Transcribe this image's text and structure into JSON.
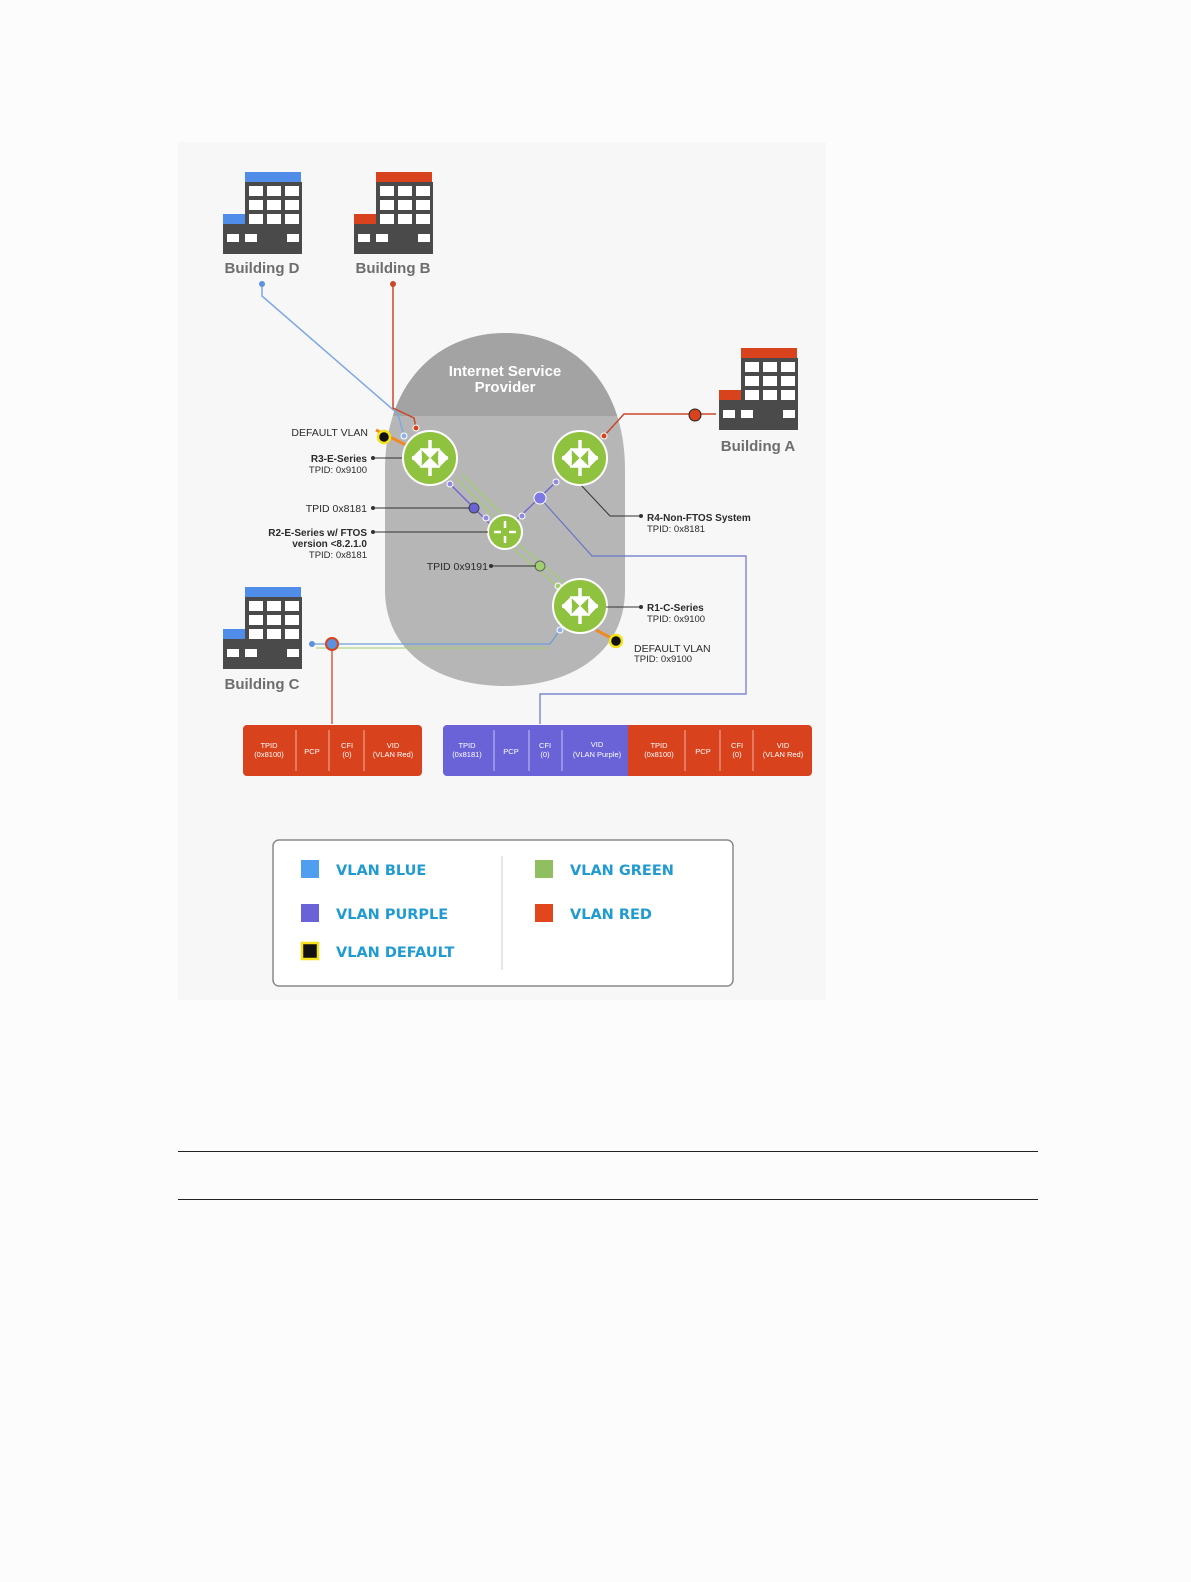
{
  "buildings": {
    "d": {
      "label": "Building D",
      "color": "#4f8de8"
    },
    "b": {
      "label": "Building B",
      "color": "#d8421c"
    },
    "a": {
      "label": "Building A",
      "color": "#d8421c"
    },
    "c": {
      "label": "Building C",
      "color": "#4f8de8"
    }
  },
  "isp": {
    "line1": "Internet Service",
    "line2": "Provider"
  },
  "annotations": {
    "default_vlan_top": "DEFAULT VLAN",
    "r3_name": "R3-E-Series",
    "r3_tpid": "TPID: 0x9100",
    "tpid_8181": "TPID 0x8181",
    "r2_name": "R2-E-Series w/ FTOS",
    "r2_version": "version <8.2.1.0",
    "r2_tpid": "TPID: 0x8181",
    "tpid_9191": "TPID 0x9191",
    "r4_name": "R4-Non-FTOS System",
    "r4_tpid": "TPID: 0x8181",
    "r1_name": "R1-C-Series",
    "r1_tpid": "TPID: 0x9100",
    "default_vlan_bottom": "DEFAULT VLAN",
    "default_vlan_bottom_tpid": "TPID: 0x9100"
  },
  "headers": {
    "left": {
      "tpid": [
        "TPID",
        "(0x8100)"
      ],
      "pcp": "PCP",
      "cfi": [
        "CFI",
        "(0)"
      ],
      "vid": [
        "VID",
        "(VLAN Red)"
      ]
    },
    "right_purple": {
      "tpid": [
        "TPID",
        "(0x8181)"
      ],
      "pcp": "PCP",
      "cfi": [
        "CFI",
        "(0)"
      ],
      "vid": [
        "VID",
        "(VLAN Purple)"
      ]
    },
    "right_red": {
      "tpid": [
        "TPID",
        "(0x8100)"
      ],
      "pcp": "PCP",
      "cfi": [
        "CFI",
        "(0)"
      ],
      "vid": [
        "VID",
        "(VLAN Red)"
      ]
    }
  },
  "legend": [
    {
      "label": "VLAN BLUE",
      "color": "#4f9ef0"
    },
    {
      "label": "VLAN PURPLE",
      "color": "#6a63d8"
    },
    {
      "label": "VLAN DEFAULT",
      "color": "#111111",
      "border": "#f5e21a"
    },
    {
      "label": "VLAN GREEN",
      "color": "#8fbf5f"
    },
    {
      "label": "VLAN RED",
      "color": "#e2461c"
    }
  ],
  "colors": {
    "router": "#8fc23f",
    "isp_cloud": "#b5b5b5",
    "isp_top": "#a3a3a3",
    "red_line": "#c8482a",
    "blue_line": "#6f9fd8",
    "purple_line": "#6a63d8",
    "green_line": "#9fcf6f",
    "orange": "#f08a24"
  }
}
